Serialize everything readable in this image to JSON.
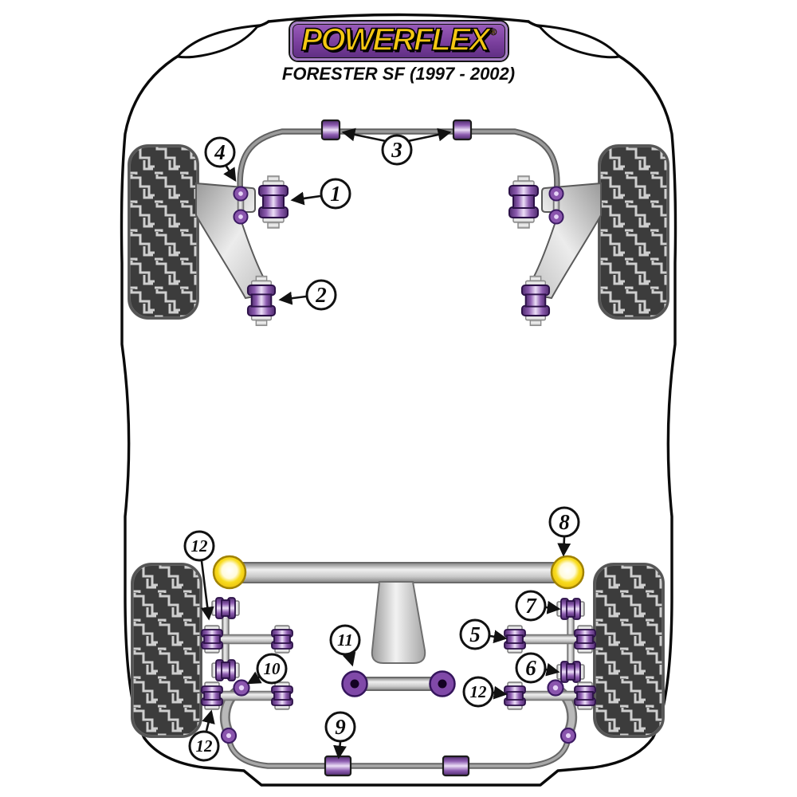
{
  "header": {
    "brand": "POWERFLEX",
    "registered": "®",
    "model": "FORESTER SF (1997 - 2002)"
  },
  "callouts": [
    {
      "number": "1"
    },
    {
      "number": "2"
    },
    {
      "number": "3"
    },
    {
      "number": "4"
    },
    {
      "number": "5"
    },
    {
      "number": "6"
    },
    {
      "number": "7"
    },
    {
      "number": "8"
    },
    {
      "number": "9"
    },
    {
      "number": "10"
    },
    {
      "number": "11"
    },
    {
      "number": "12"
    },
    {
      "number": "12"
    },
    {
      "number": "12"
    }
  ],
  "colors": {
    "bushing_purple": "#8B5CA8",
    "bushing_yellow": "#F7D916",
    "logo_purple": "#7A3F9D",
    "logo_text_yellow": "#F4C712",
    "metal_gray": "#C9C9C9",
    "outline_black": "#0A0A0A"
  }
}
